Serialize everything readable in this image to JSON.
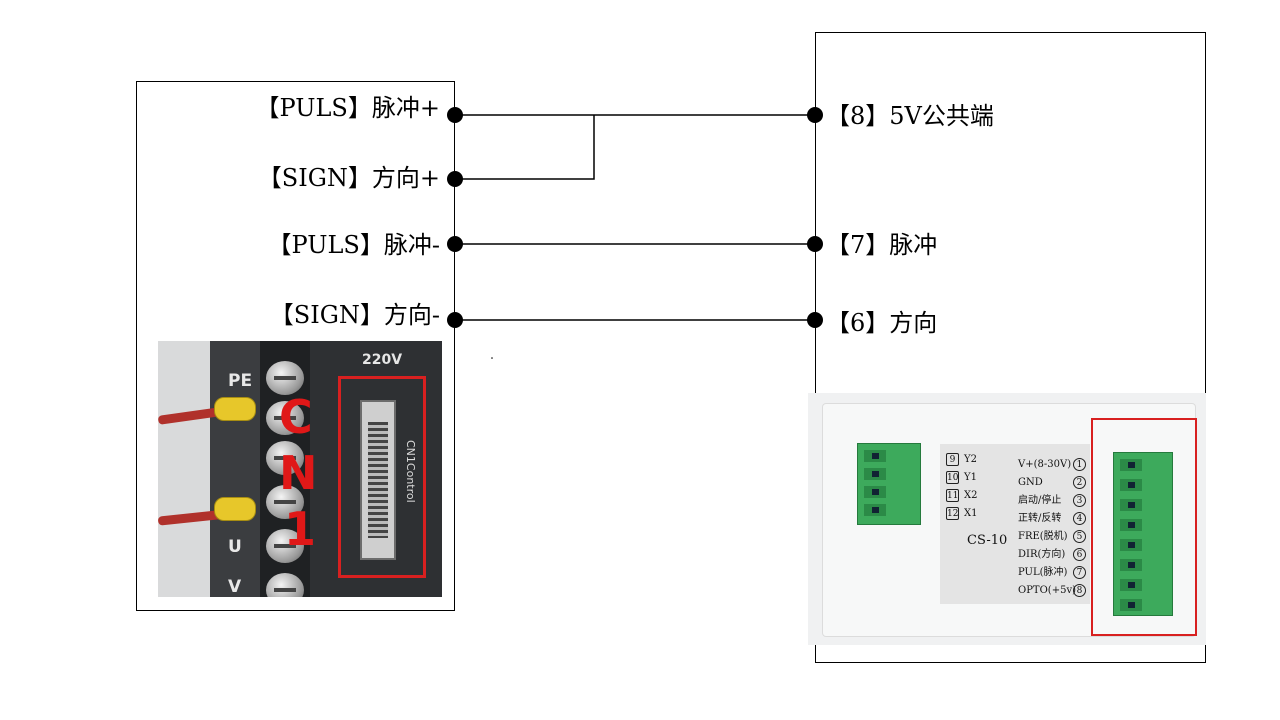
{
  "driver_labels": [
    {
      "text": "【PULS】脉冲+"
    },
    {
      "text": "【SIGN】方向+"
    },
    {
      "text": "【PULS】脉冲-"
    },
    {
      "text": "【SIGN】方向-"
    }
  ],
  "controller_labels": [
    {
      "text": "【8】5V公共端"
    },
    {
      "text": "【7】脉冲"
    },
    {
      "text": "【6】方向"
    }
  ],
  "driver_photo": {
    "terminal_marks": [
      "PE",
      "U",
      "V"
    ],
    "connector_text": "CN1Control",
    "voltage_label": "220V",
    "connector_callout": [
      "C",
      "N",
      "1"
    ]
  },
  "controller_photo": {
    "model": "CS-10",
    "left_pins": [
      {
        "num": "9",
        "name": "Y2"
      },
      {
        "num": "10",
        "name": "Y1"
      },
      {
        "num": "11",
        "name": "X2"
      },
      {
        "num": "12",
        "name": "X1"
      }
    ],
    "right_pins": [
      {
        "num": "1",
        "name": "V+(8-30V)"
      },
      {
        "num": "2",
        "name": "GND"
      },
      {
        "num": "3",
        "name": "启动/停止"
      },
      {
        "num": "4",
        "name": "正转/反转"
      },
      {
        "num": "5",
        "name": "FRE(脱机)"
      },
      {
        "num": "6",
        "name": "DIR(方向)"
      },
      {
        "num": "7",
        "name": "PUL(脉冲)"
      },
      {
        "num": "8",
        "name": "OPTO(+5v)"
      }
    ]
  },
  "colors": {
    "callout": "#d82020",
    "wire": "#000000",
    "terminal_green": "#3daa5c"
  }
}
